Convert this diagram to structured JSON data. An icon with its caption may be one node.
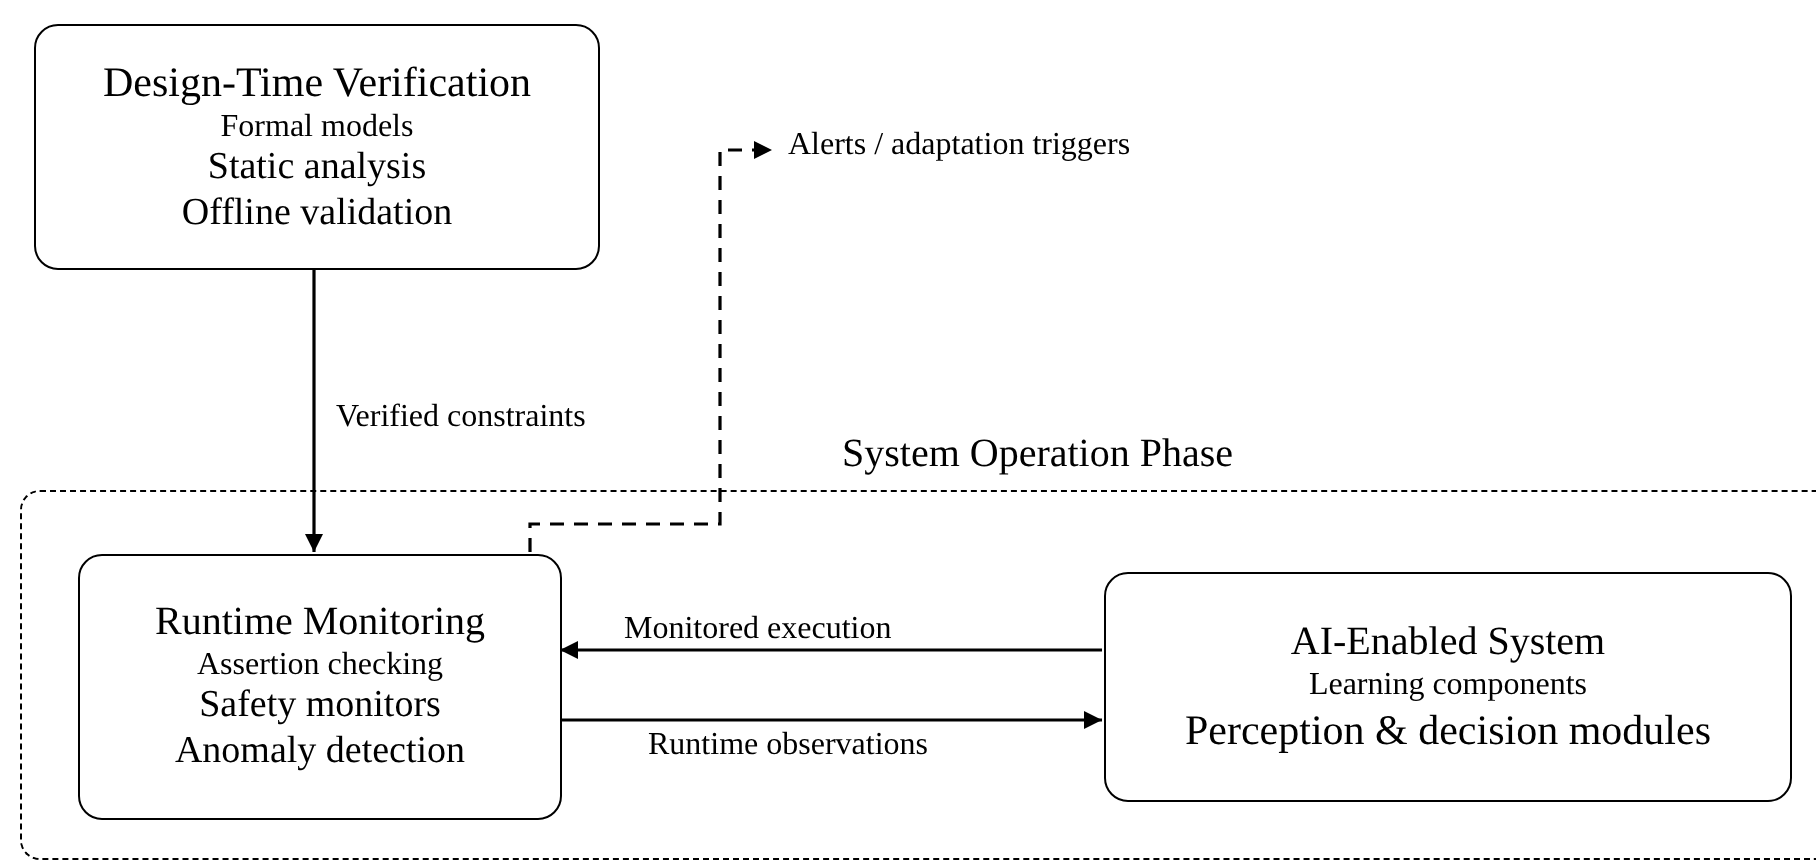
{
  "diagram": {
    "nodes": [
      {
        "text": [
          "Design-Time Verification",
          "Formal models",
          "Static analysis",
          "Offline validation"
        ]
      },
      {
        "text": [
          "System Operation Phase"
        ]
      },
      {
        "text": [
          "Runtime Monitoring",
          "Assertion checking",
          "Safety monitors",
          "Anomaly detection"
        ],
        "in": 1
      },
      {
        "text": [
          "AI-Enabled System",
          "Learning components",
          "Perception & decision modules"
        ],
        "in": 1
      }
    ],
    "edges": [
      {
        "from": 0,
        "to": 2,
        "arrow": "to",
        "label": "Verified constraints"
      },
      {
        "from": 3,
        "to": 2,
        "arrow": "to",
        "label": "Monitored execution"
      },
      {
        "from": 2,
        "to": 3,
        "arrow": "to",
        "label": "Runtime observations"
      },
      {
        "from": 2,
        "to": null,
        "arrow": "to",
        "label": "Alerts / adaptation triggers",
        "style": "dashed"
      }
    ]
  }
}
